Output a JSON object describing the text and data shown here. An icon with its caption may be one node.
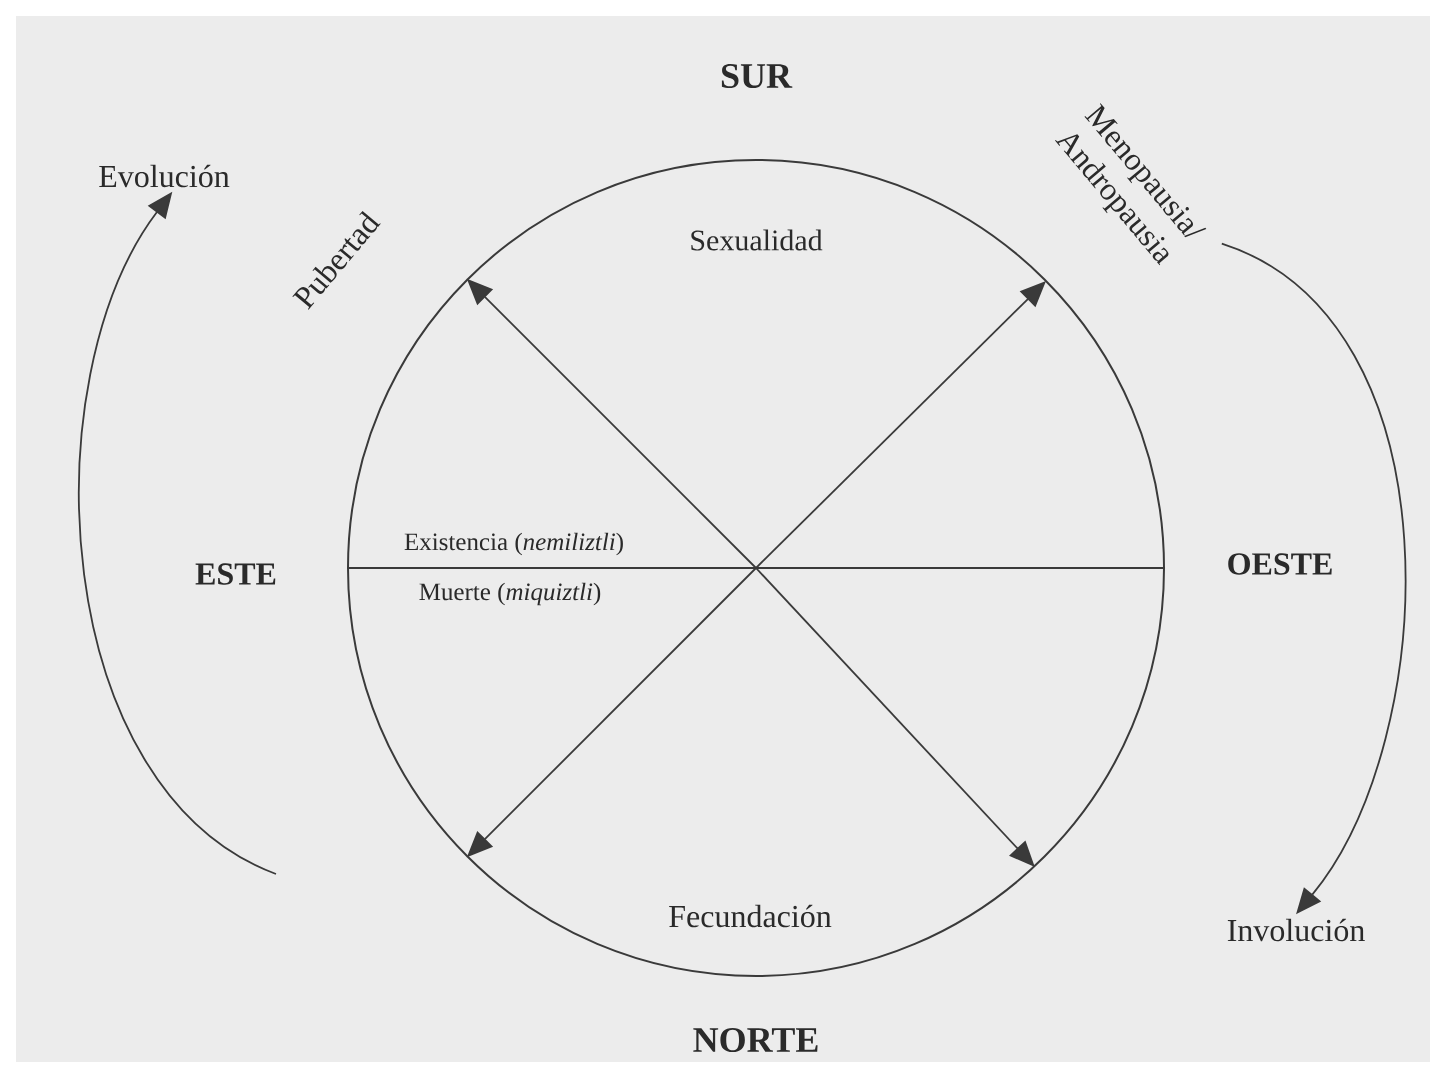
{
  "diagram": {
    "nodes": [
      {
        "text": [],
        "shape": "circle"
      },
      {
        "text": [
          "Evolución"
        ]
      },
      {
        "text": [
          "Involución"
        ]
      },
      {
        "text": [
          "Menopausia/ Andropausia"
        ]
      },
      {
        "text": [
          "Pubertad"
        ]
      }
    ],
    "edges": [
      {
        "from": null,
        "to": 1,
        "arrow": "to"
      },
      {
        "from": 3,
        "to": 2,
        "arrow": "to"
      },
      {
        "from": 0,
        "to": null,
        "arrow": "to"
      },
      {
        "from": 0,
        "to": 3,
        "arrow": "to"
      },
      {
        "from": 0,
        "to": null,
        "arrow": "to"
      },
      {
        "from": 0,
        "to": null,
        "arrow": "to"
      }
    ],
    "labels": [
      "SUR",
      "Sexualidad",
      "ESTE",
      "Existencia (*nemiliztli*)",
      "Muerte (*miquiztli*)",
      "OESTE",
      "Fecundación",
      "NORTE"
    ]
  }
}
